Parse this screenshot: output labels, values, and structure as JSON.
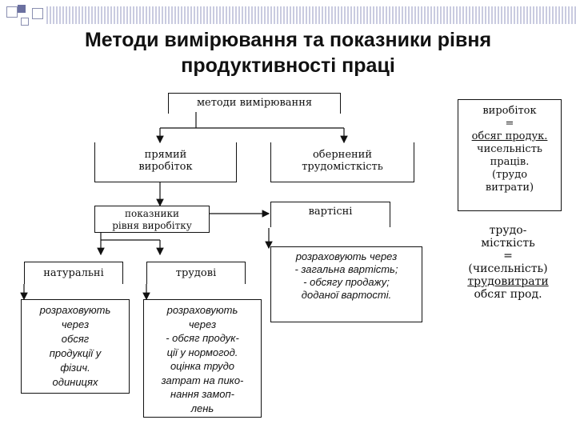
{
  "title_line1": "Методи вимірювання та показники рівня",
  "title_line2": "продуктивності праці",
  "boxes": {
    "methods": "методи вимірювання",
    "direct": [
      "прямий",
      "виробіток"
    ],
    "inverse": [
      "обернений",
      "трудомісткість"
    ],
    "indicators": [
      "показники",
      "рівня виробітку"
    ],
    "value": "вартісні",
    "natural": "натуральні",
    "labor": "трудові",
    "value_desc": [
      "розраховують через",
      "- загальна вартість;",
      "- обсягу продажу;",
      "доданої вартості."
    ],
    "natural_desc": [
      "розраховують",
      "через",
      "обсяг",
      "продукції у",
      "фізич.",
      "одиницях"
    ],
    "labor_desc": [
      "розраховують",
      "через",
      "- обсяг продук-",
      "ції у нормогод.",
      "оцінка трудо",
      "затрат на пико-",
      "нання замоп-",
      "лень"
    ]
  },
  "formulas": {
    "output": [
      "виробіток",
      "=",
      "обсяг продук.",
      "чисельність",
      "праців.",
      "(трудо",
      "витрати)"
    ],
    "intensity": [
      "трудо-",
      "місткість",
      "=",
      "(чисельність)",
      "трудовитрати",
      "обсяг прод."
    ]
  },
  "colors": {
    "border": "#111111",
    "decor": "#8a8fb0"
  }
}
